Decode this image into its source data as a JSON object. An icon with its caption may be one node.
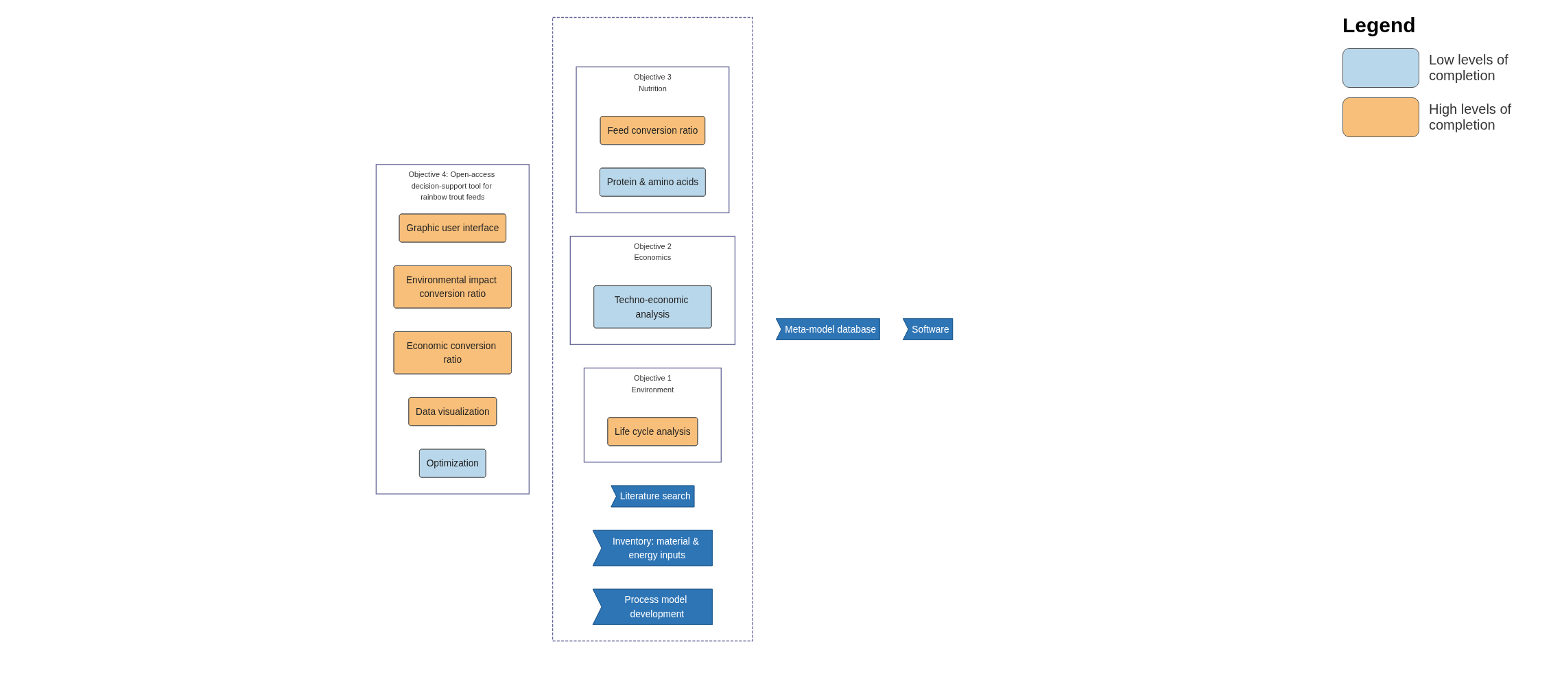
{
  "diagram": {
    "nodes": [
      {
        "text": [],
        "shape": "box"
      },
      {
        "text": [
          "Objective 1",
          "Environment"
        ],
        "in": 0
      },
      {
        "text": [
          "Life cycle analysis"
        ],
        "in": 1
      },
      {
        "text": [
          "Objective 2",
          "Economics"
        ],
        "in": 0
      },
      {
        "text": [
          "Techno-economic analysis"
        ],
        "in": 3
      },
      {
        "text": [
          "Objective 3",
          "Nutrition"
        ],
        "in": 0
      },
      {
        "text": [
          "Feed conversion ratio"
        ],
        "in": 5
      },
      {
        "text": [
          "Protein & amino acids"
        ],
        "in": 5
      },
      {
        "text": [
          "Literature search"
        ],
        "in": 0
      },
      {
        "text": [
          "Inventory: material & energy inputs"
        ],
        "in": 0
      },
      {
        "text": [
          "Process model development"
        ],
        "in": 0
      },
      {
        "text": [
          "Meta-model database"
        ]
      },
      {
        "text": [
          "Objective 4: Open-access decision-support tool for rainbow trout feeds"
        ]
      },
      {
        "text": [
          "Graphic user interface"
        ],
        "in": 12
      },
      {
        "text": [
          "Environmental impact conversion ratio"
        ],
        "in": 12
      },
      {
        "text": [
          "Economic conversion ratio"
        ],
        "in": 12
      },
      {
        "text": [
          "Data visualization"
        ],
        "in": 12
      },
      {
        "text": [
          "Optimization"
        ],
        "in": 12
      },
      {
        "text": [
          "Software"
        ]
      }
    ],
    "edges": [],
    "labels": [
      "Legend"
    ],
    "legend": [
      {
        "text": "Low levels of completion",
        "color": "#b9d7ea"
      },
      {
        "text": "High levels of completion",
        "color": "#f8bf7a"
      }
    ]
  }
}
